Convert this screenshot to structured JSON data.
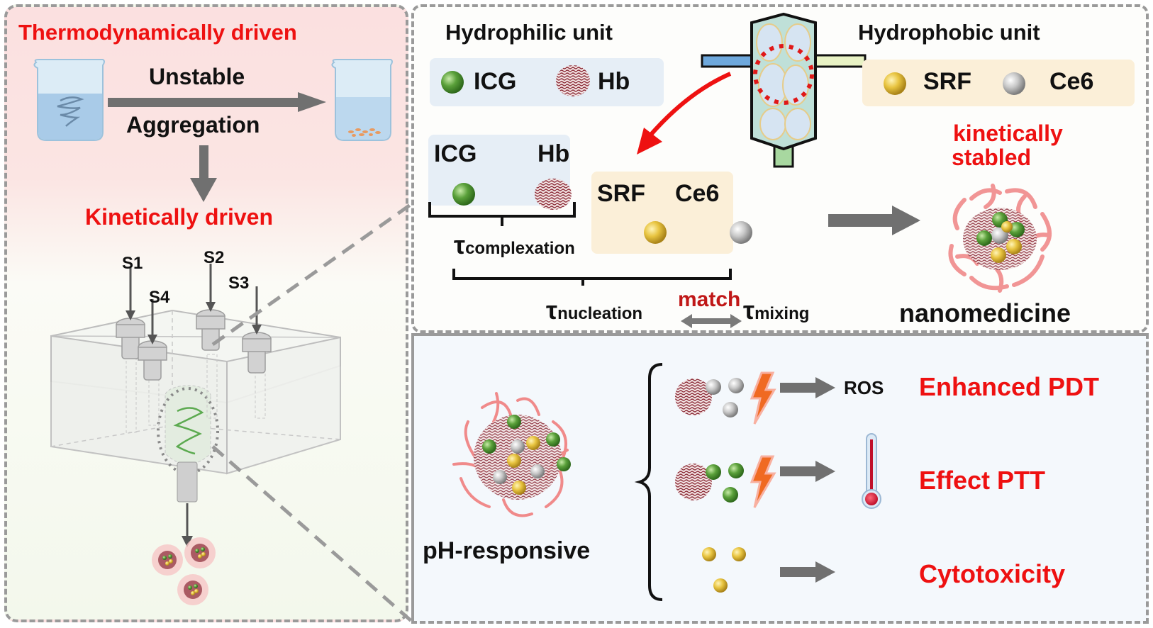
{
  "left_panel": {
    "title": "Thermodynamically driven",
    "arrow_top_label": "Unstable",
    "arrow_bottom_label": "Aggregation",
    "subtitle": "Kinetically driven",
    "inlets": [
      "S1",
      "S2",
      "S3",
      "S4"
    ]
  },
  "top_right_panel": {
    "hydrophilic_title": "Hydrophilic unit",
    "hydrophilic_items": [
      "ICG",
      "Hb"
    ],
    "hydrophobic_title": "Hydrophobic unit",
    "hydrophobic_items": [
      "SRF",
      "Ce6"
    ],
    "complex_box_items": [
      "ICG",
      "Hb"
    ],
    "tan_box_items": [
      "SRF",
      "Ce6"
    ],
    "tau_symbol": "τ",
    "tau_complexation_sub": "complexation",
    "tau_nucleation_sub": "nucleation",
    "tau_mixing_sub": "mixing",
    "match_label": "match",
    "result_label_line1": "kinetically",
    "result_label_line2": "stabled",
    "product_label": "nanomedicine"
  },
  "bottom_right_panel": {
    "trigger_label": "pH-responsive",
    "outcomes": [
      {
        "intermediate": "ROS",
        "label": "Enhanced PDT"
      },
      {
        "intermediate": "",
        "label": "Effect PTT"
      },
      {
        "intermediate": "",
        "label": "Cytotoxicity"
      }
    ]
  },
  "colors": {
    "accent_red": "#ee1111",
    "match_red": "#c01818",
    "icg_green": "#5aa03a",
    "srf_yellow": "#e8c440",
    "ce6_gray": "#c8c8c8",
    "hb_maroon": "#8a2a36",
    "arrow_gray": "#707070",
    "lightning_orange": "#f06a22"
  }
}
